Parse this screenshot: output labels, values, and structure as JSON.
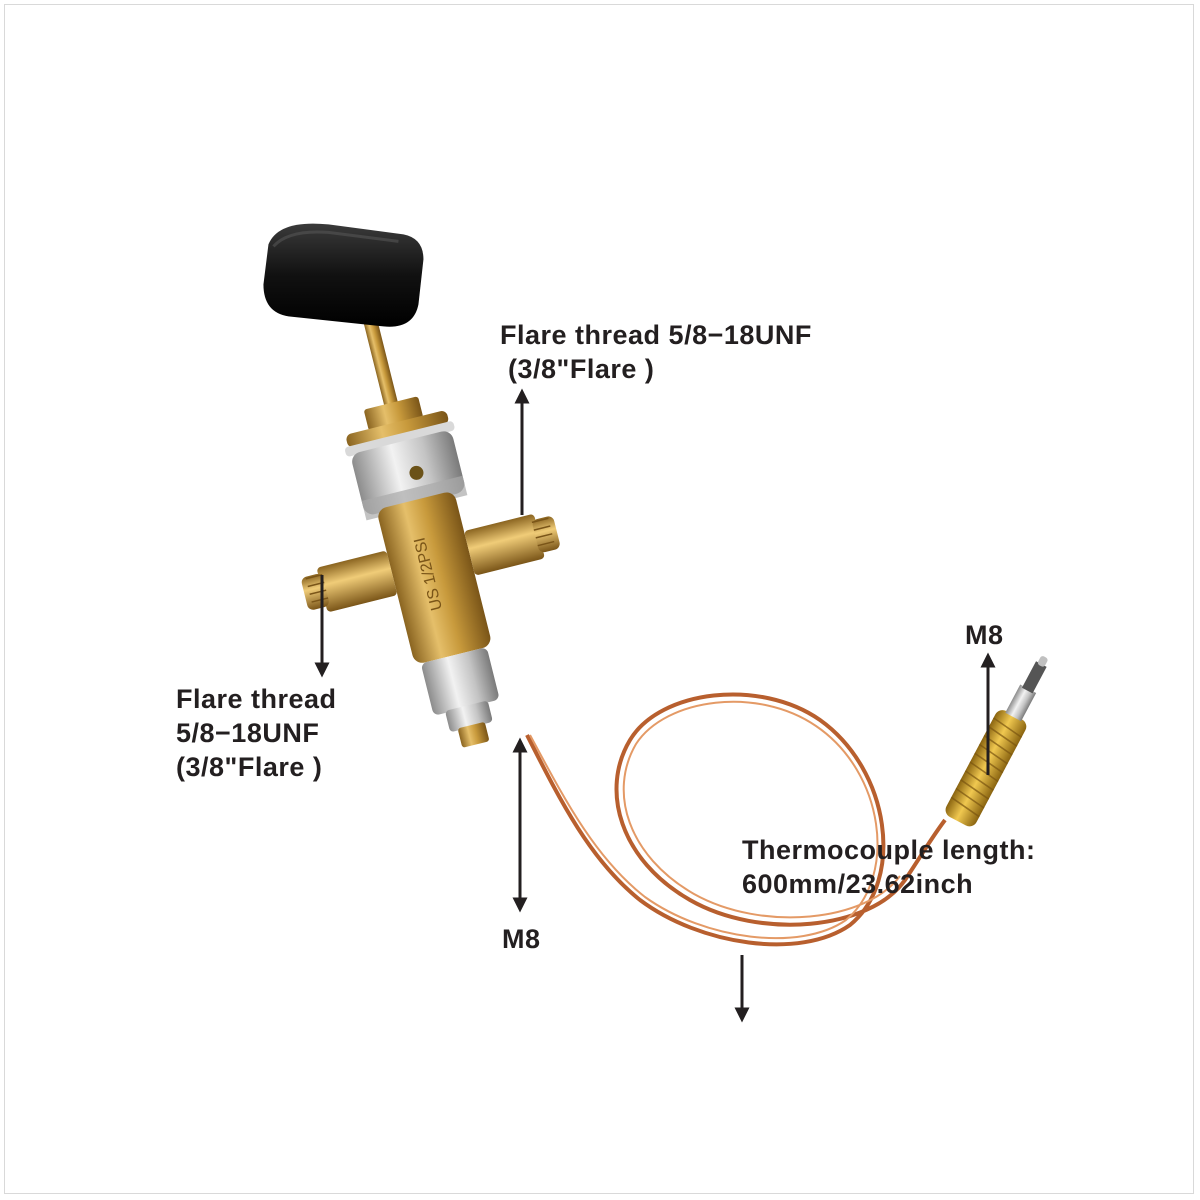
{
  "labels": {
    "top_flare_line1": "Flare thread  5/8−18UNF",
    "top_flare_line2": " (3/8\"Flare )",
    "left_flare_line1": "Flare thread",
    "left_flare_line2": "5/8−18UNF",
    "left_flare_line3": "(3/8\"Flare )",
    "m8_lower": "M8",
    "m8_upper": "M8",
    "length_line1": "Thermocouple length:",
    "length_line2": "600mm/23.62inch"
  },
  "valve_markings": {
    "body_text": "US 1/2PSI"
  },
  "colors": {
    "brass": "#c89a3c",
    "copper": "#c8703c",
    "knob": "#1a1a1a",
    "label": "#231f20",
    "arrow": "#231f20"
  }
}
